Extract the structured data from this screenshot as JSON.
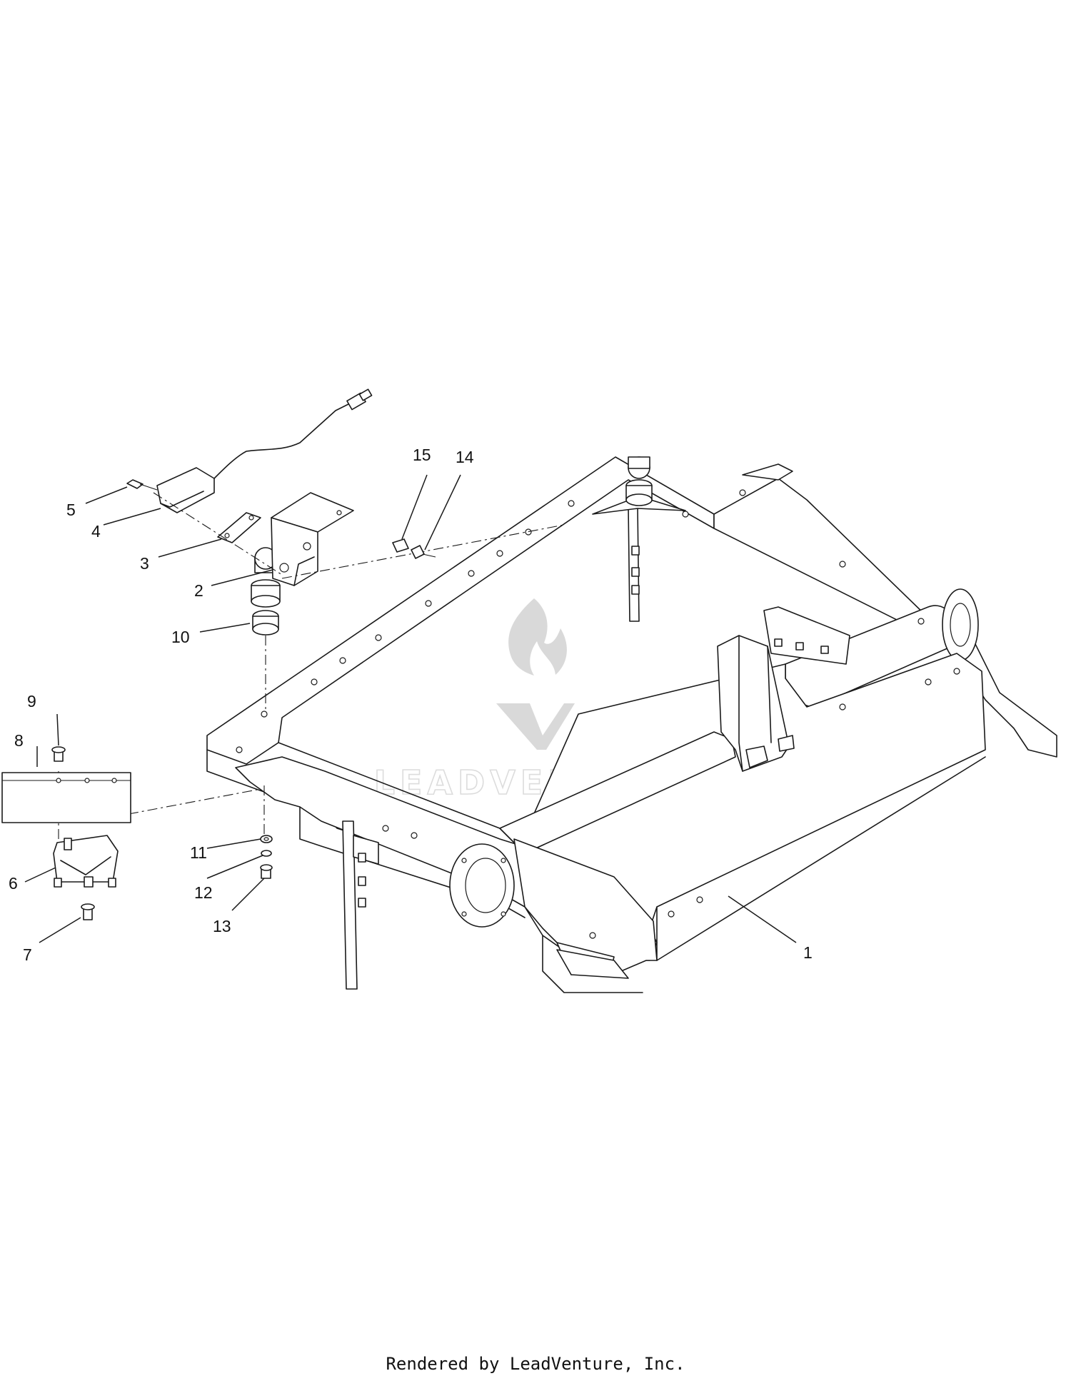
{
  "diagram": {
    "callouts": [
      {
        "id": "c1",
        "label": "1"
      },
      {
        "id": "c2",
        "label": "2"
      },
      {
        "id": "c3",
        "label": "3"
      },
      {
        "id": "c4",
        "label": "4"
      },
      {
        "id": "c5",
        "label": "5"
      },
      {
        "id": "c6",
        "label": "6"
      },
      {
        "id": "c7",
        "label": "7"
      },
      {
        "id": "c8",
        "label": "8"
      },
      {
        "id": "c9",
        "label": "9"
      },
      {
        "id": "c10",
        "label": "10"
      },
      {
        "id": "c11",
        "label": "11"
      },
      {
        "id": "c12",
        "label": "12"
      },
      {
        "id": "c13",
        "label": "13"
      },
      {
        "id": "c14",
        "label": "14"
      },
      {
        "id": "c15",
        "label": "15"
      }
    ],
    "watermark": {
      "text": "LEADVENTURE",
      "icon": "flame-v-logo-icon"
    }
  },
  "footer": {
    "text": "Rendered by LeadVenture, Inc."
  }
}
